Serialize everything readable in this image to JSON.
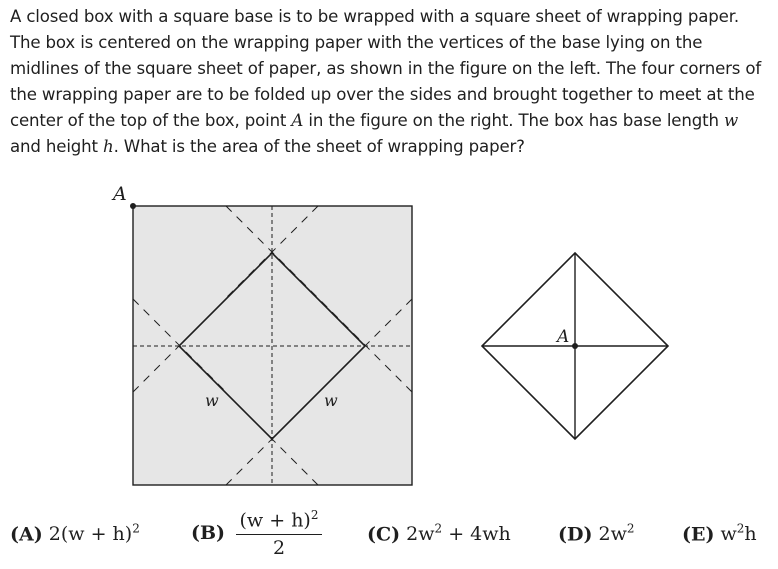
{
  "problem": {
    "segments": [
      {
        "t": "text",
        "v": "A closed box with a square base is to be wrapped with a square sheet of wrapping paper. The box is centered on the wrapping paper with the vertices of the base lying on the midlines of the square sheet of paper, as shown in the figure on the left. The four corners of the wrapping paper are to be folded up over the sides and brought together to meet at the center of the top of the box, point "
      },
      {
        "t": "math",
        "v": "A"
      },
      {
        "t": "text",
        "v": " in the figure on the right. The box has base length "
      },
      {
        "t": "math",
        "v": "w"
      },
      {
        "t": "text",
        "v": " and height "
      },
      {
        "t": "math",
        "v": "h"
      },
      {
        "t": "text",
        "v": ". What is the area of the sheet of wrapping paper?"
      }
    ]
  },
  "figure": {
    "left": {
      "corner_label": "A",
      "side_label_1": "w",
      "side_label_2": "w",
      "sheet_fill": "#e6e6e6"
    },
    "right": {
      "center_label": "A"
    }
  },
  "choices": {
    "a": {
      "label": "(A)",
      "expr_main": "2(w + h)",
      "expr_sup": "2"
    },
    "b": {
      "label": "(B)",
      "numerator_main": "(w + h)",
      "numerator_sup": "2",
      "denominator": "2"
    },
    "c": {
      "label": "(C)",
      "expr_1": "2w",
      "sup_1": "2",
      "expr_2": " + 4wh"
    },
    "d": {
      "label": "(D)",
      "expr_main": "2w",
      "expr_sup": "2"
    },
    "e": {
      "label": "(E)",
      "expr_1": "w",
      "sup_1": "2",
      "expr_2": "h"
    }
  }
}
